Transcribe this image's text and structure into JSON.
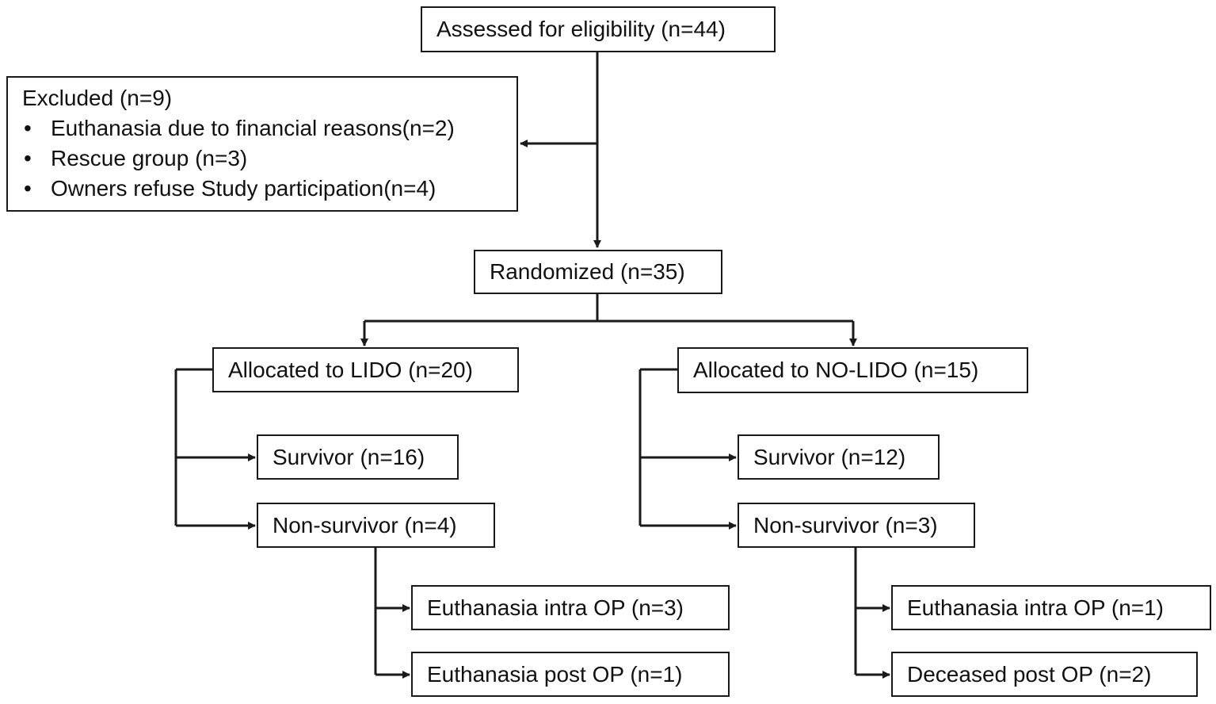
{
  "eligibility": "Assessed for eligibility (n=44)",
  "excluded": {
    "title": "Excluded (n=9)",
    "items": [
      "Euthanasia due to financial reasons(n=2)",
      "Rescue group (n=3)",
      "Owners refuse Study participation(n=4)"
    ]
  },
  "randomized": "Randomized (n=35)",
  "lido": {
    "allocated": "Allocated to LIDO (n=20)",
    "survivor": "Survivor (n=16)",
    "non_survivor": "Non-survivor (n=4)",
    "outcome_1": "Euthanasia intra OP (n=3)",
    "outcome_2": "Euthanasia post OP (n=1)"
  },
  "no_lido": {
    "allocated": "Allocated to NO-LIDO (n=15)",
    "survivor": "Survivor (n=12)",
    "non_survivor": "Non-survivor (n=3)",
    "outcome_1": "Euthanasia intra OP (n=1)",
    "outcome_2": "Deceased post OP (n=2)"
  }
}
